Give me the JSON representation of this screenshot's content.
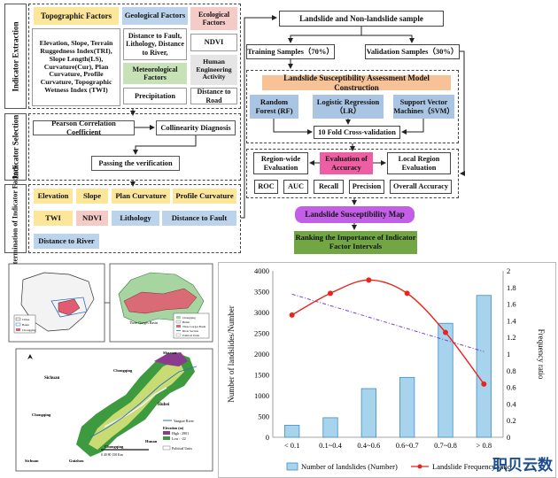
{
  "flowchart": {
    "sections": {
      "extraction": "Indicator Extraction",
      "selection": "Indicator Selection",
      "determination": "Determination of Indicator Factors"
    },
    "factor_groups": {
      "topographic_title": "Topographic Factors",
      "topographic_list": "Elevation, Slope, Terrain Ruggedness Index(TRI), Slope Length(LS), Curvature(Cur), Plan Curvature, Profile Curvature, Topographic Wetness Index (TWI)",
      "geological_title": "Geological Factors",
      "geological_list": "Distance to Fault, Lithology, Distance to River,",
      "ecological_title": "Ecological Factors",
      "ecological_item": "NDVI",
      "meteorological_title": "Meteorological Factors",
      "precipitation": "Precipitation",
      "human_title": "Human Engineering Activity",
      "distance_road": "Distance to Road"
    },
    "selection": {
      "pearson": "Pearson Correlation Coefficient",
      "collinearity": "Collinearity Diagnosis",
      "passing": "Passing the verification"
    },
    "selected_factors": [
      "Elevation",
      "Slope",
      "Plan Curvature",
      "Profile Curvature",
      "TWI",
      "NDVI",
      "Lithology",
      "Distance to Fault",
      "Distance to River"
    ],
    "sample": {
      "title": "Landslide and Non-landslide sample",
      "training": "Training Samples（70%）",
      "validation": "Validation Samples（30%）"
    },
    "model": {
      "title": "Landslide Susceptibility Assessment Model Construction",
      "rf": "Random Forest (RF)",
      "lr": "Logistic Regression （LR）",
      "svm": "Support Vector Machines（SVM）",
      "cv": "10 Fold Cross-validation"
    },
    "evaluation": {
      "region_wide": "Region-wide Evaluation",
      "accuracy": "Evaluation of Accuracy",
      "local": "Local Region Evaluation",
      "metrics": [
        "ROC",
        "AUC",
        "Recall",
        "Precision",
        "Overall Accuracy"
      ]
    },
    "outputs": {
      "map": "Landslide Susceptibility Map",
      "ranking": "Ranking the Importance of Indicator Factor Intervals"
    }
  },
  "maps": {
    "legend_china": [
      "China",
      "Basin",
      "Chongqing"
    ],
    "legend_region": [
      "Chongqing",
      "Hubei",
      "Three Gorges Basin",
      "River Section",
      "Political Units"
    ],
    "inset_label": "Three Gorges Basin",
    "place_names": [
      "Sichuan",
      "Shaanxi",
      "Chongqing",
      "Hubei",
      "Chongqing",
      "Chongqing",
      "Hunan",
      "Sichuan",
      "Guizhou"
    ],
    "river_label": "Yangtze River",
    "elevation_title": "Elevation (m)",
    "elevation_high": "High : 2901",
    "elevation_low": "Low : -22",
    "political_units": "Political Units",
    "scale_label": "0   40   80   150 Km"
  },
  "chart_data": {
    "type": "bar+line",
    "categories": [
      "< 0.1",
      "0.1~0.4",
      "0.4~0.6",
      "0.6~0.7",
      "0.7~0.8",
      "> 0.8"
    ],
    "series": [
      {
        "name": "Number of landslides (Number)",
        "kind": "bar",
        "axis": "left",
        "values": [
          290,
          470,
          1170,
          1440,
          2740,
          3410
        ]
      },
      {
        "name": "Landslide Frequency ratio",
        "kind": "line",
        "axis": "right",
        "values": [
          1.47,
          1.73,
          1.89,
          1.73,
          1.26,
          0.64
        ]
      }
    ],
    "trendline": {
      "axis": "right",
      "start": 1.72,
      "end": 1.03
    },
    "ylabel": "Number of landslides/Number",
    "y2label": "Frequency ratio",
    "ylim": [
      0,
      4000
    ],
    "y2lim": [
      0,
      2
    ],
    "yticks": [
      "0",
      "500",
      "1000",
      "1500",
      "2000",
      "2500",
      "3000",
      "3500",
      "4000"
    ],
    "y2ticks": [
      "0",
      "0.2",
      "0.4",
      "0.6",
      "0.8",
      "1",
      "1.2",
      "1.4",
      "1.6",
      "1.8",
      "2"
    ],
    "legend_position": "bottom",
    "colors": {
      "bar_fill": "#a7d3ec",
      "bar_stroke": "#3b8fc7",
      "line": "#e8251c",
      "trend": "#7b3fd1"
    }
  },
  "watermark": "职贝云数"
}
